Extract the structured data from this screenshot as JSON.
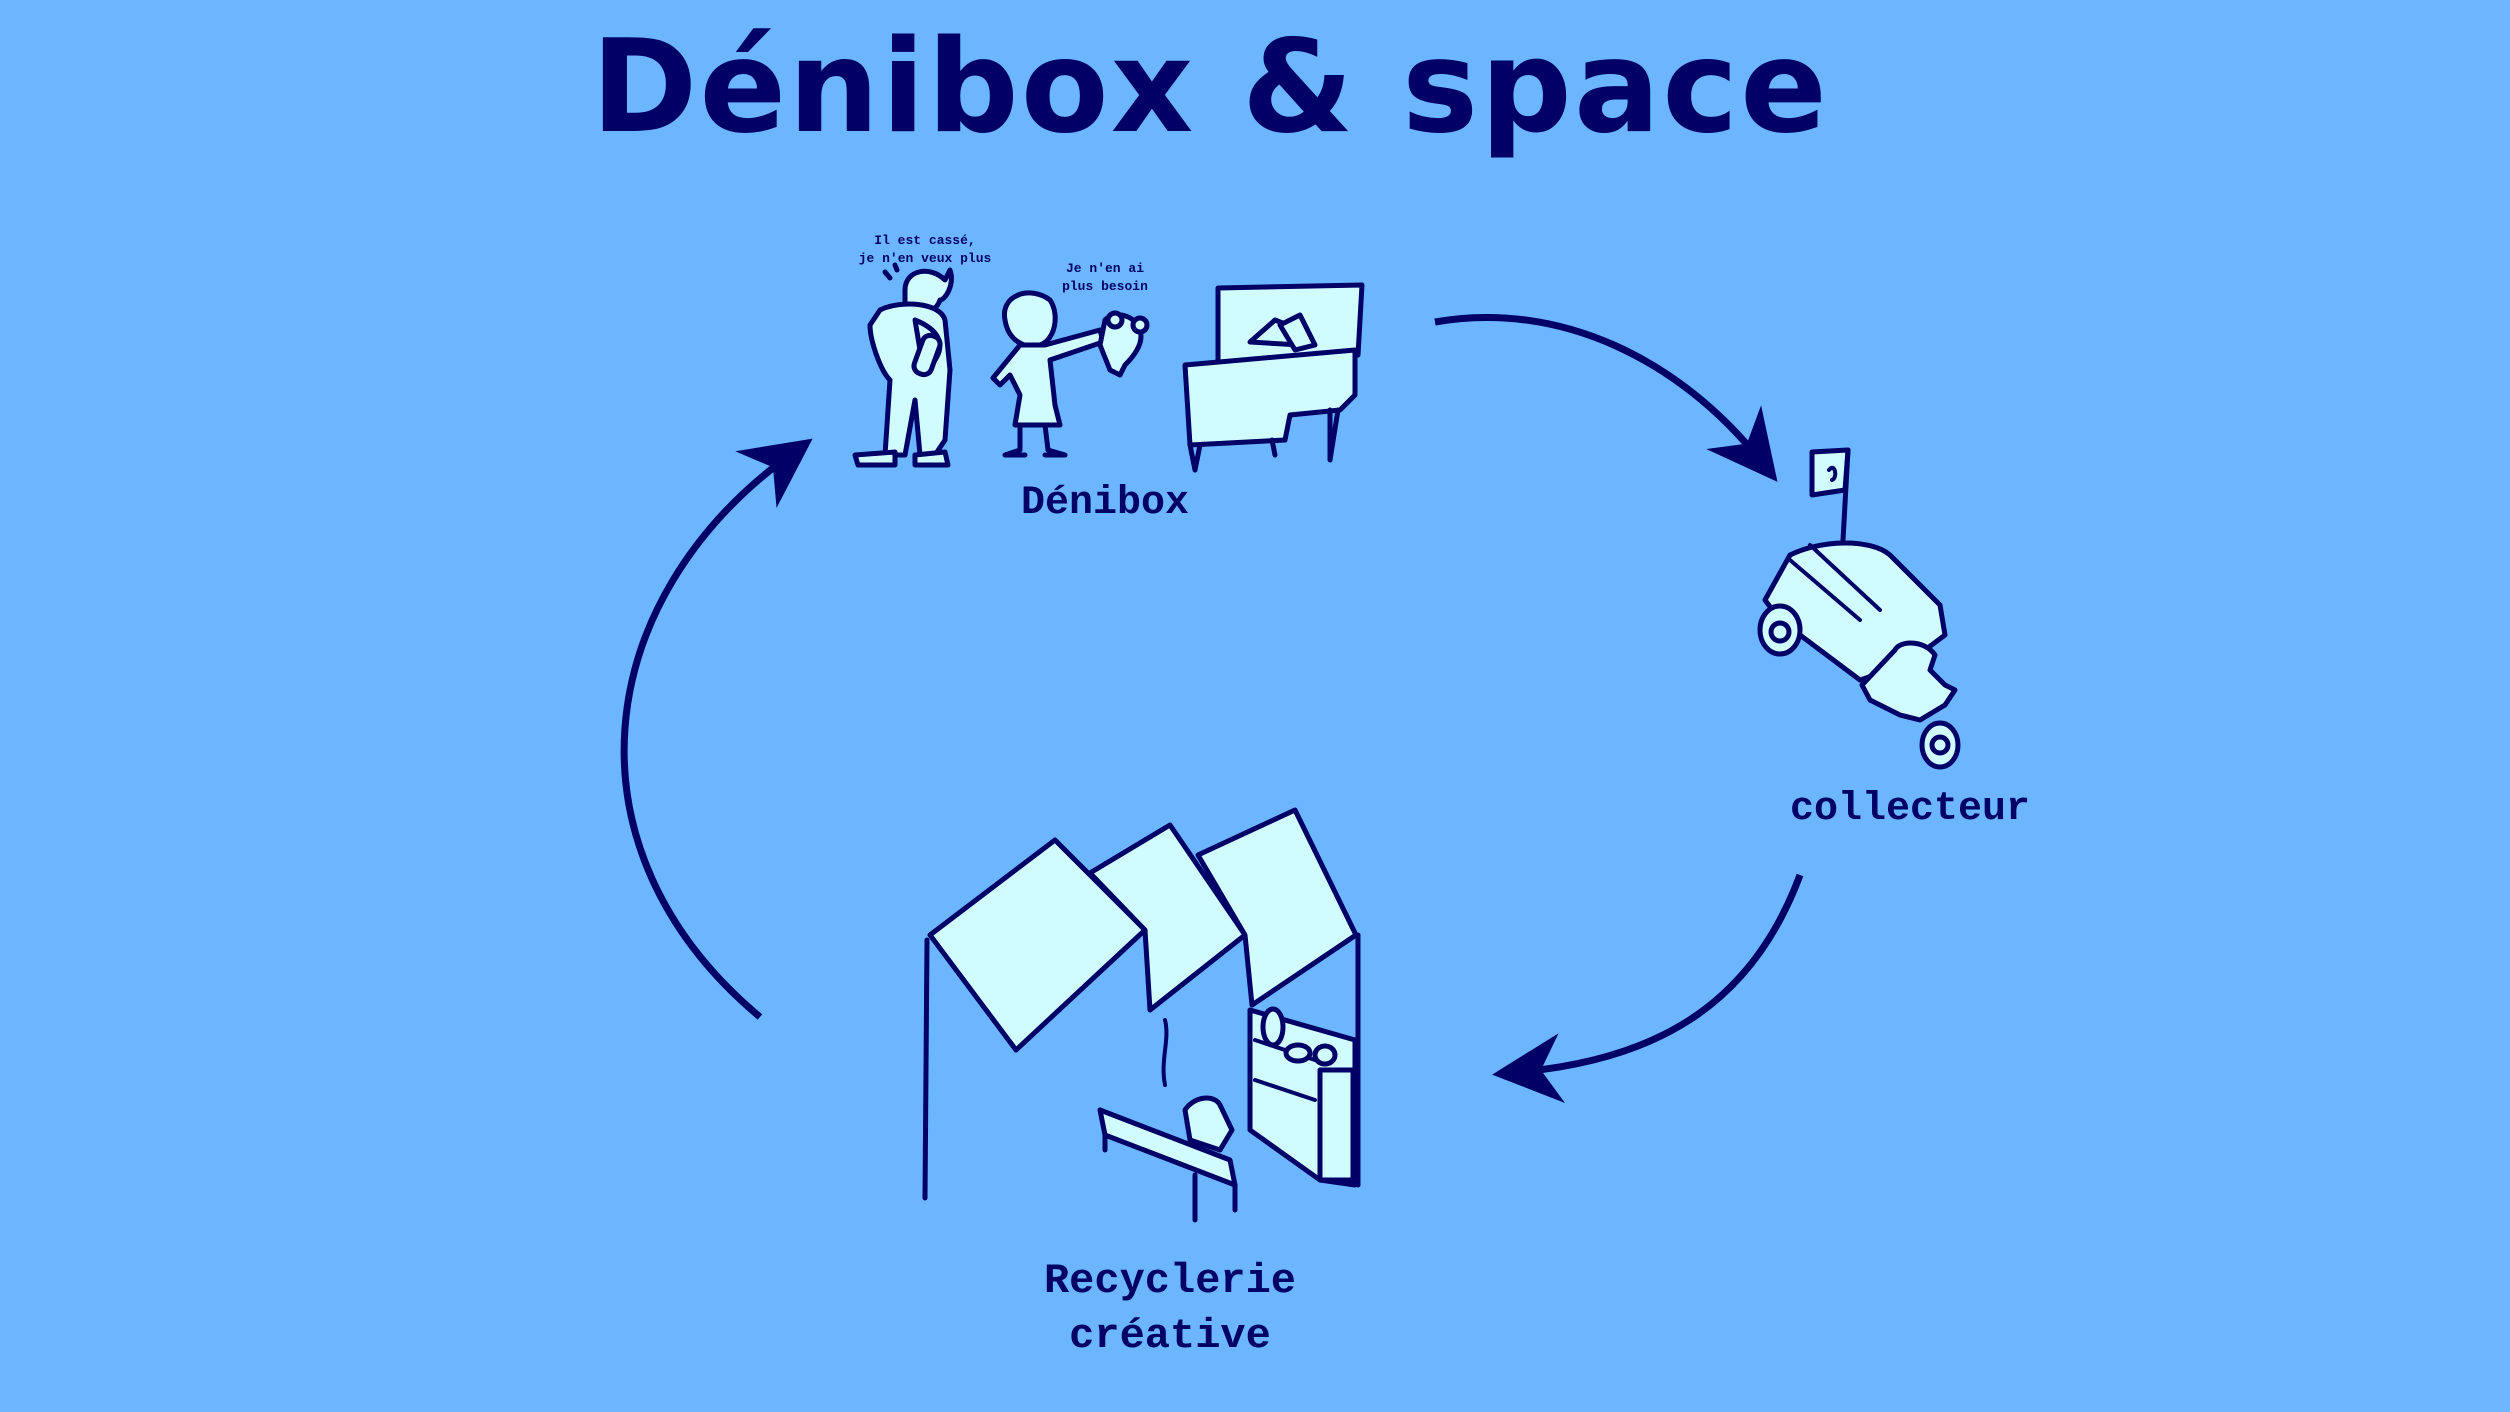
{
  "title": "Dénibox & space",
  "colors": {
    "background": "#6cb6ff",
    "ink": "#000066",
    "fill": "#d0fcff"
  },
  "stages": [
    {
      "id": "denibox",
      "label": "Dénibox",
      "illustration": "people-dropping-items-in-box",
      "speech": [
        "Il est cassé,\nje n'en veux plus",
        "Je n'en ai\nplus besoin"
      ]
    },
    {
      "id": "collecteur",
      "label": "collecteur",
      "illustration": "cargo-bike-with-recycling-flag"
    },
    {
      "id": "recyclerie",
      "label": "Recyclerie\ncréative",
      "illustration": "workshop-with-repair-bench-and-shelves"
    }
  ],
  "cycle": [
    {
      "from": "Dénibox",
      "to": "collecteur"
    },
    {
      "from": "collecteur",
      "to": "Recyclerie créative"
    },
    {
      "from": "Recyclerie créative",
      "to": "Dénibox"
    }
  ]
}
